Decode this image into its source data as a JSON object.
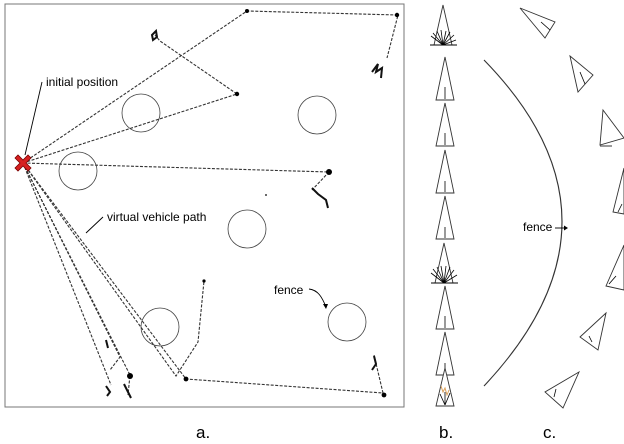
{
  "panel_a": {
    "label": "a.",
    "annotations": {
      "initial_position": "initial position",
      "virtual_vehicle_path": "virtual vehicle path",
      "fence": "fence"
    }
  },
  "panel_b": {
    "label": "b."
  },
  "panel_c": {
    "label": "c.",
    "fence_label": "fence"
  },
  "colors": {
    "start_marker": "#d62020",
    "path": "#333333"
  }
}
